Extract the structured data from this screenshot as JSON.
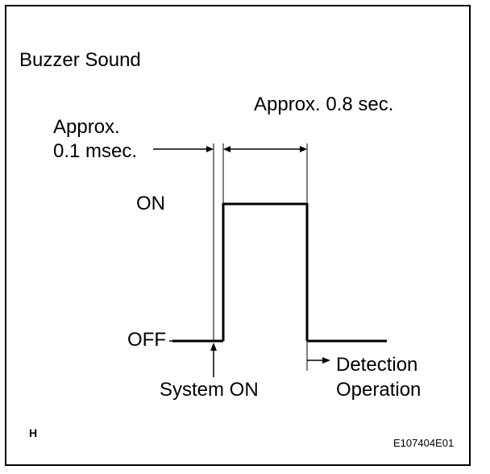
{
  "title": "Buzzer Sound",
  "labels": {
    "approx_long": "Approx. 0.8 sec.",
    "approx_short_line1": "Approx.",
    "approx_short_line2": "0.1 msec.",
    "on": "ON",
    "off": "OFF",
    "system_on": "System ON",
    "detection_line1": "Detection",
    "detection_line2": "Operation"
  },
  "footer": {
    "corner_letter": "H",
    "figure_code": "E107404E01"
  },
  "colors": {
    "line": "#000000",
    "background": "#ffffff"
  }
}
